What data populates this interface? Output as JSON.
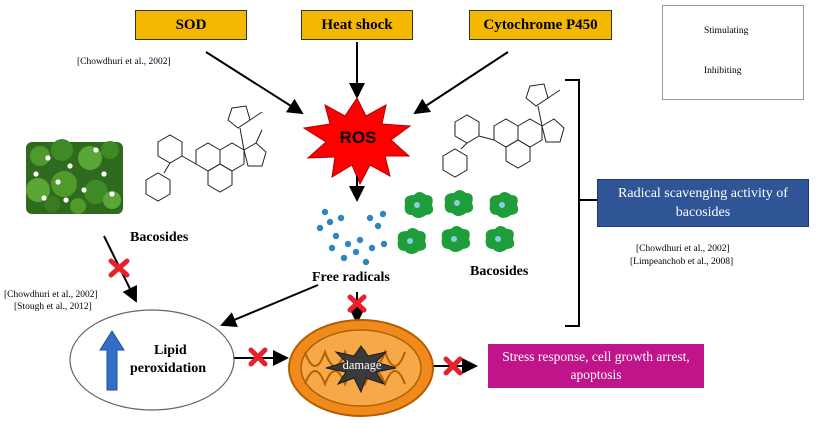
{
  "top_boxes": {
    "sod": "SOD",
    "heat_shock": "Heat shock",
    "cyp450": "Cytochrome P450"
  },
  "center": {
    "ros": "ROS",
    "free_radicals": "Free radicals",
    "damage": "damage"
  },
  "labels": {
    "bacosides_left": "Bacosides",
    "bacosides_right": "Bacosides",
    "lipid_line1": "Lipid",
    "lipid_line2": "peroxidation"
  },
  "refs": {
    "top_left": "[Chowdhuri  et al., 2002]",
    "left_1": "[Chowdhuri  et al., 2002]",
    "left_2": "[Stough  et al., 2012]",
    "right_1": "[Chowdhuri  et al., 2002]",
    "right_2": "[Limpeanchob  et al., 2008]"
  },
  "boxes": {
    "radical_scavenging": "Radical scavenging activity of bacosides",
    "stress_response": "Stress response, cell growth arrest, apoptosis"
  },
  "legend": {
    "stimulating": "Stimulating",
    "inhibiting": "Inhibiting"
  },
  "colors": {
    "yellow_box": "#f5b800",
    "ros_burst": "#ff0000",
    "blue_box": "#2f5597",
    "magenta_box": "#c0148a",
    "inhibit_x": "#e8202a",
    "mitochondrion": "#f08a1c",
    "free_radical_dots": "#2e86c1",
    "bacoside_blob": "#1e9e3a"
  }
}
